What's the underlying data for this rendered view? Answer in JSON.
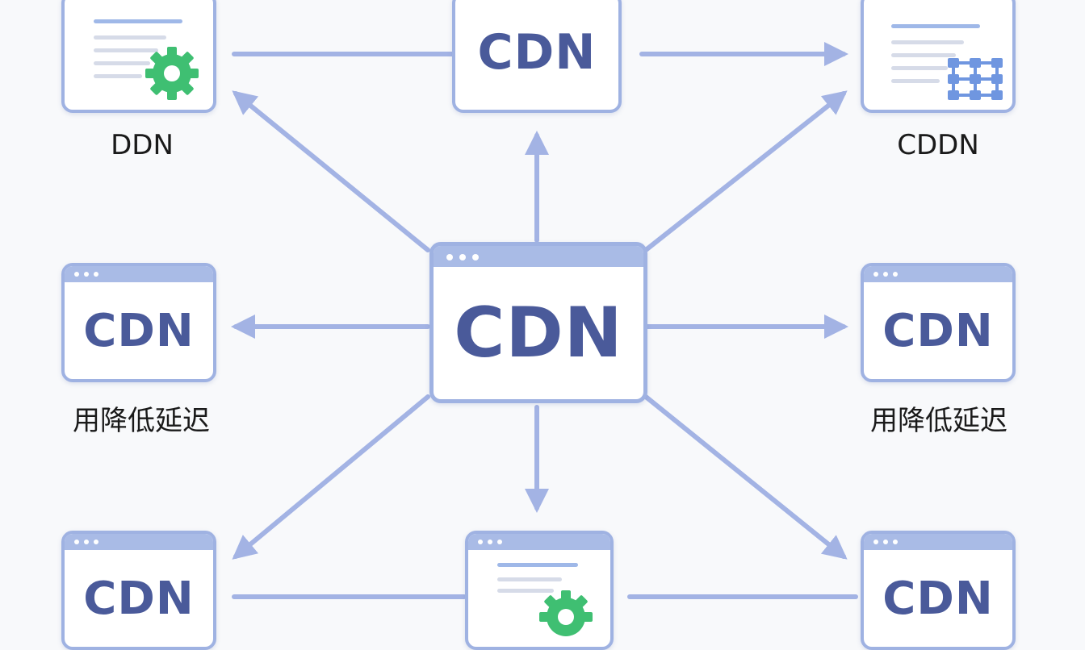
{
  "nodes": {
    "top_left_caption": "DDN",
    "top_center_label": "CDN",
    "top_right_caption": "CDDN",
    "center_label": "CDN",
    "mid_left_label": "CDN",
    "mid_left_caption": "用降低延迟",
    "mid_right_label": "CDN",
    "mid_right_caption": "用降低延迟",
    "bottom_left_label": "CDN",
    "bottom_right_label": "CDN"
  },
  "icons": {
    "top_left": "gear-icon",
    "top_right": "grid-icon",
    "bottom_center": "gear-icon"
  },
  "colors": {
    "arrow": "#a3b3e4",
    "frame": "#9fb2e2",
    "label": "#4a5a9a",
    "gear": "#3fbf72",
    "grid": "#6f96e0"
  }
}
